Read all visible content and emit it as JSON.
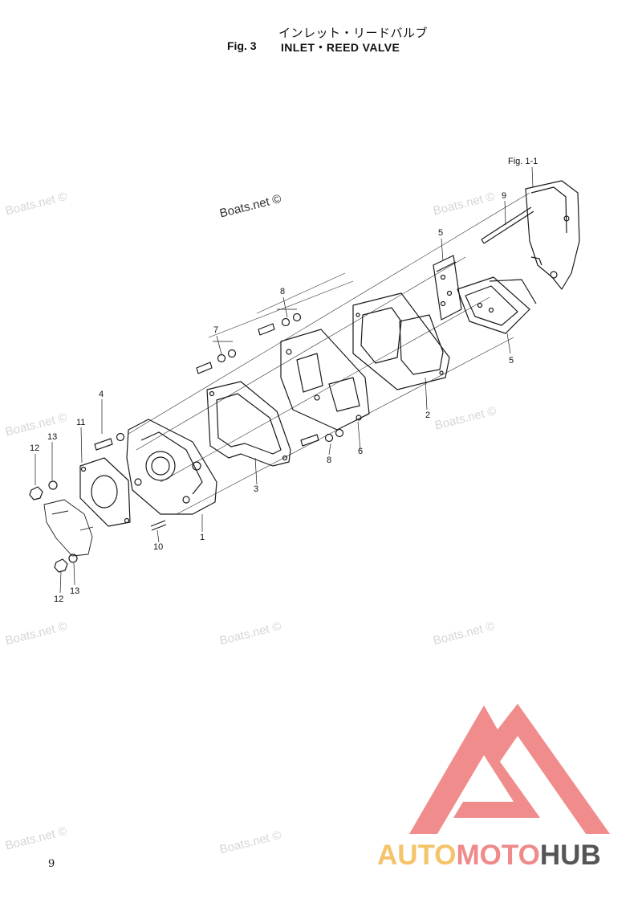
{
  "header": {
    "title_jp": "インレット・リードバルブ",
    "fig_label": "Fig. 3",
    "title_en": "INLET・REED VALVE"
  },
  "figure_ref": "Fig. 1-1",
  "watermarks": {
    "main": "Boats.net ©",
    "faint": "Boats.net ©"
  },
  "callouts": {
    "c9": "9",
    "c5a": "5",
    "c5b": "5",
    "c8a": "8",
    "c7": "7",
    "c2": "2",
    "c4": "4",
    "c11": "11",
    "c6": "6",
    "c8b": "8",
    "c3": "3",
    "c1": "1",
    "c10": "10",
    "c12a": "12",
    "c13a": "13",
    "c12b": "12",
    "c13b": "13"
  },
  "page_number": "9",
  "logo": {
    "part1": "AUTO",
    "part2": "MOTO",
    "part3": "HUB",
    "colors": {
      "auto": "#f5c36a",
      "moto": "#f08a8a",
      "hub": "#555555",
      "mark": "#f08080"
    }
  }
}
